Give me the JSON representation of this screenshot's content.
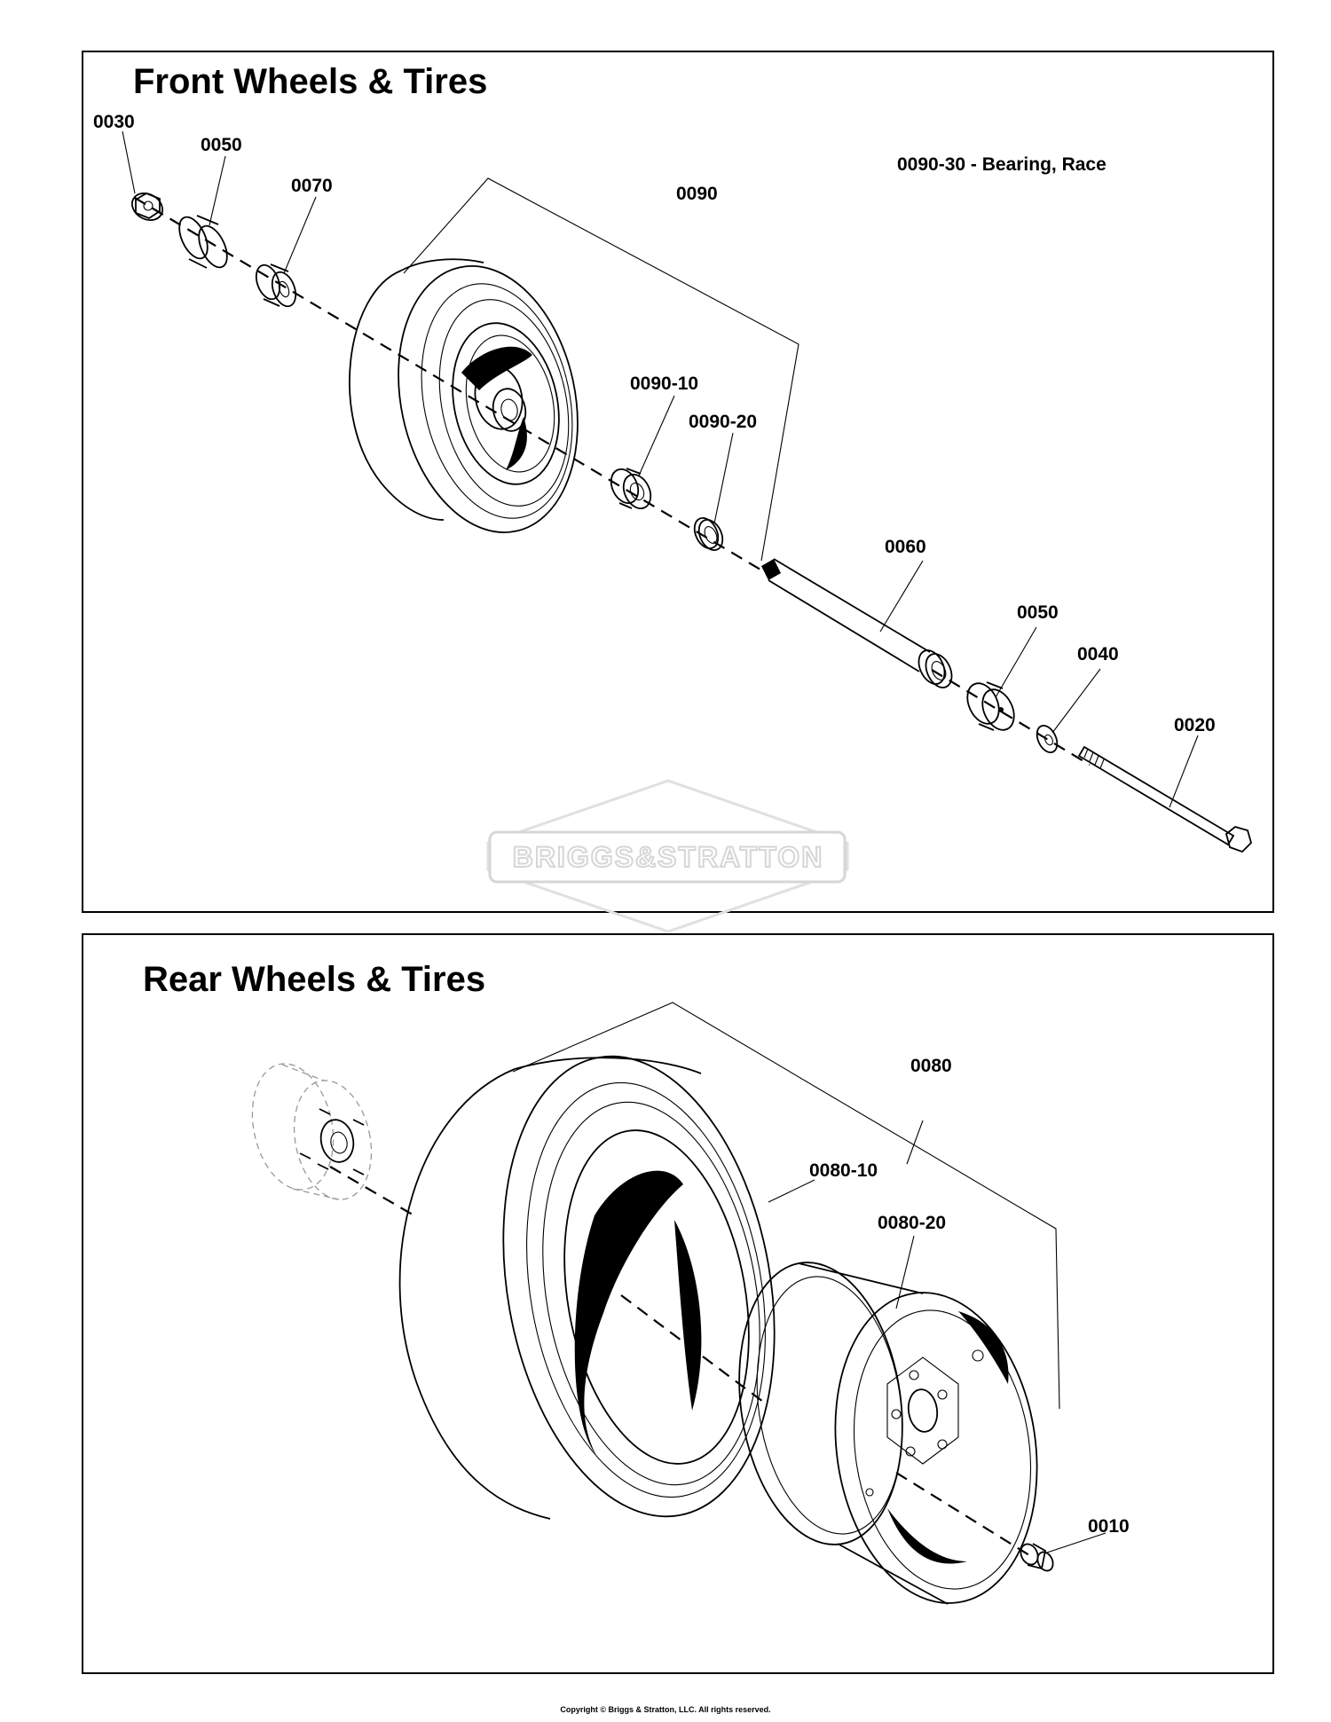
{
  "front": {
    "title": "Front Wheels & Tires",
    "note": "0090-30 - Bearing, Race",
    "callouts": {
      "c0030": "0030",
      "c0050a": "0050",
      "c0070": "0070",
      "c0090": "0090",
      "c0090_10": "0090-10",
      "c0090_20": "0090-20",
      "c0060": "0060",
      "c0050b": "0050",
      "c0040": "0040",
      "c0020": "0020"
    }
  },
  "rear": {
    "title": "Rear Wheels & Tires",
    "callouts": {
      "c0080": "0080",
      "c0080_10": "0080-10",
      "c0080_20": "0080-20",
      "c0010": "0010"
    }
  },
  "watermark": "BRIGGS&STRATTON",
  "copyright": "Copyright © Briggs & Stratton, LLC. All rights reserved."
}
